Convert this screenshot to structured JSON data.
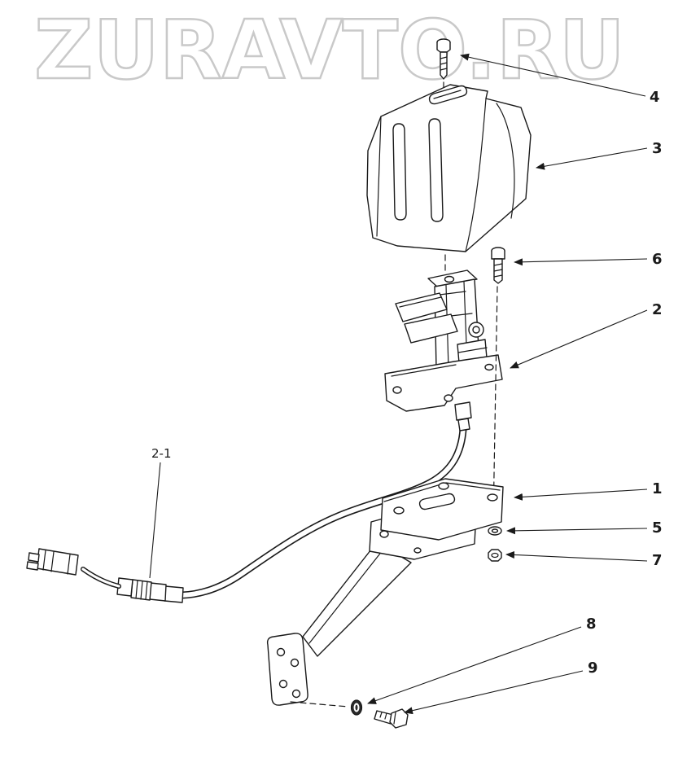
{
  "watermark": {
    "text": "ZURAVTO.RU"
  },
  "callouts": {
    "c4": "4",
    "c3": "3",
    "c6": "6",
    "c2": "2",
    "c1": "1",
    "c5": "5",
    "c7": "7",
    "c8": "8",
    "c9": "9",
    "c2_1": "2-1"
  },
  "colors": {
    "line": "#1a1a1a",
    "watermark": "#c9c9c9",
    "background": "#ffffff"
  }
}
